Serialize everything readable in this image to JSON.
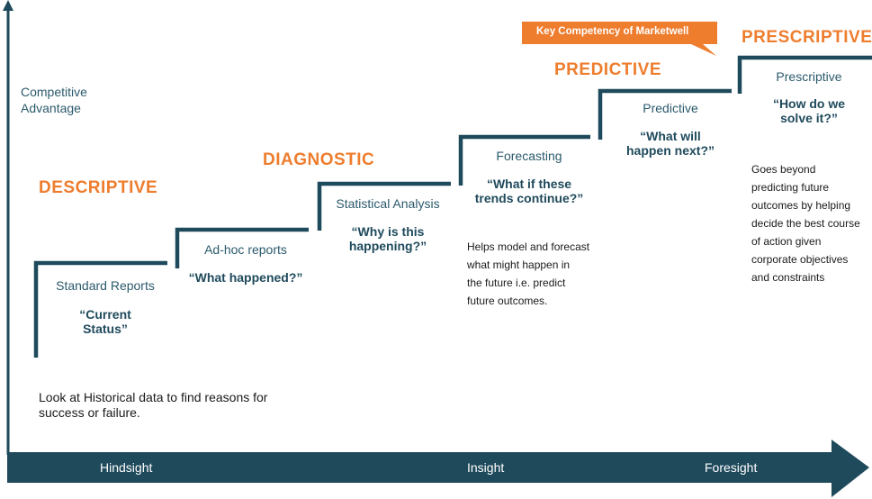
{
  "y_axis_label": "Competitive\nAdvantage",
  "badge": {
    "text": "Key Competency of Marketwell"
  },
  "phases": [
    "DESCRIPTIVE",
    "DIAGNOSTIC",
    "PREDICTIVE",
    "PRESCRIPTIVE"
  ],
  "steps": [
    {
      "label": "Standard Reports",
      "question": "“Current\nStatus”"
    },
    {
      "label": "Ad-hoc reports",
      "question": "“What happened?”"
    },
    {
      "label": "Statistical Analysis",
      "question": "“Why is this\nhappening?”"
    },
    {
      "label": "Forecasting",
      "question": "“What if these\ntrends continue?”"
    },
    {
      "label": "Predictive",
      "question": "“What will\nhappen next?”"
    },
    {
      "label": "Prescriptive",
      "question": "“How do we\nsolve it?”"
    }
  ],
  "notes": {
    "descriptive": "Look at Historical data to find reasons for\nsuccess or failure.",
    "forecasting": "Helps model and forecast\nwhat might happen in\nthe future i.e. predict\nfuture outcomes.",
    "prescriptive": "Goes beyond\npredicting future\noutcomes by helping\ndecide the best course\nof action given\ncorporate objectives\nand constraints"
  },
  "x_axis_labels": [
    "Hindsight",
    "Insight",
    "Foresight"
  ],
  "colors": {
    "navy": "#1f4a5c",
    "orange": "#ee7d2e",
    "white": "#ffffff"
  }
}
